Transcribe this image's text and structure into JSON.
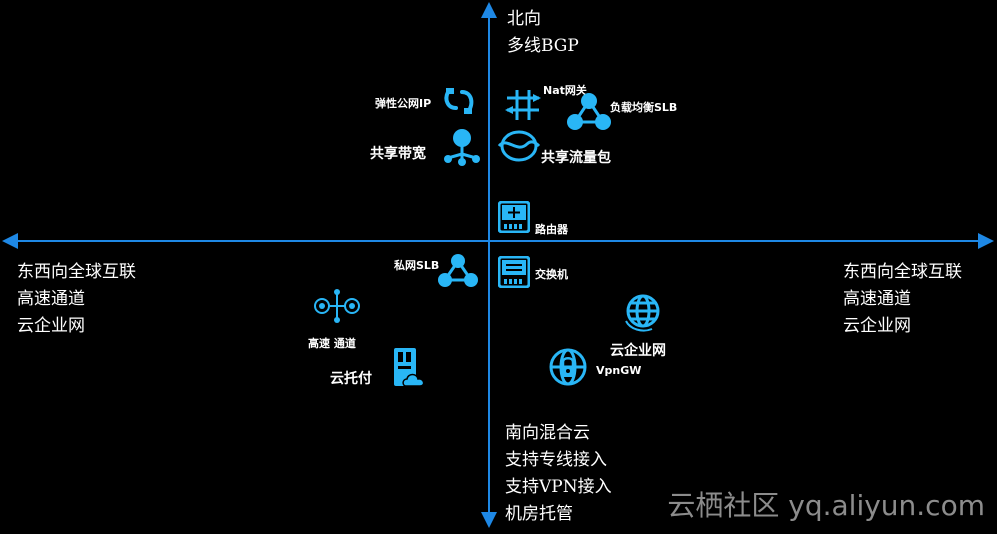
{
  "colors": {
    "axis": "#1e88e5",
    "icon": "#29b6f6",
    "text": "#ffffff",
    "watermark": "#8c8c8c",
    "background": "#000000"
  },
  "north": {
    "line1": "北向",
    "line2": "多线BGP"
  },
  "west": {
    "line1": "东西向全球互联",
    "line2": "高速通道",
    "line3": "云企业网"
  },
  "east": {
    "line1": "东西向全球互联",
    "line2": "高速通道",
    "line3": "云企业网"
  },
  "south": {
    "line1": "南向混合云",
    "line2": "支持专线接入",
    "line3": "支持VPN接入",
    "line4": "机房托管"
  },
  "services": {
    "eip": "弹性公网IP",
    "nat": "Nat网关",
    "slb": "负载均衡SLB",
    "shared_bandwidth": "共享带宽",
    "shared_traffic": "共享流量包",
    "router": "路由器",
    "private_slb": "私网SLB",
    "switch": "交换机",
    "express_connect": "高速 通道",
    "cen": "云企业网",
    "cloud_hosting": "云托付",
    "vpn_gw": "VpnGW"
  },
  "watermark": "云栖社区 yq.aliyun.com"
}
